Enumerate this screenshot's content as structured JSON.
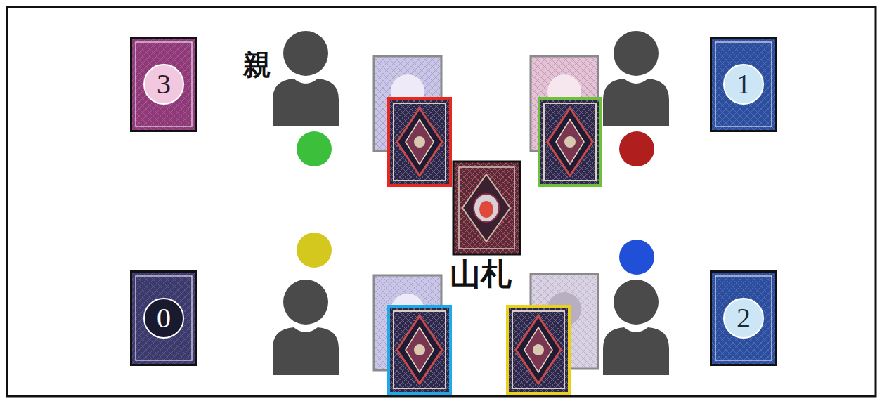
{
  "diagram": {
    "nodes": [
      {
        "text": [
          "3"
        ]
      },
      {
        "text": [
          "1"
        ]
      },
      {
        "text": [
          "0"
        ]
      },
      {
        "text": [
          "2"
        ]
      }
    ],
    "labels": [
      "親",
      "山札"
    ]
  }
}
